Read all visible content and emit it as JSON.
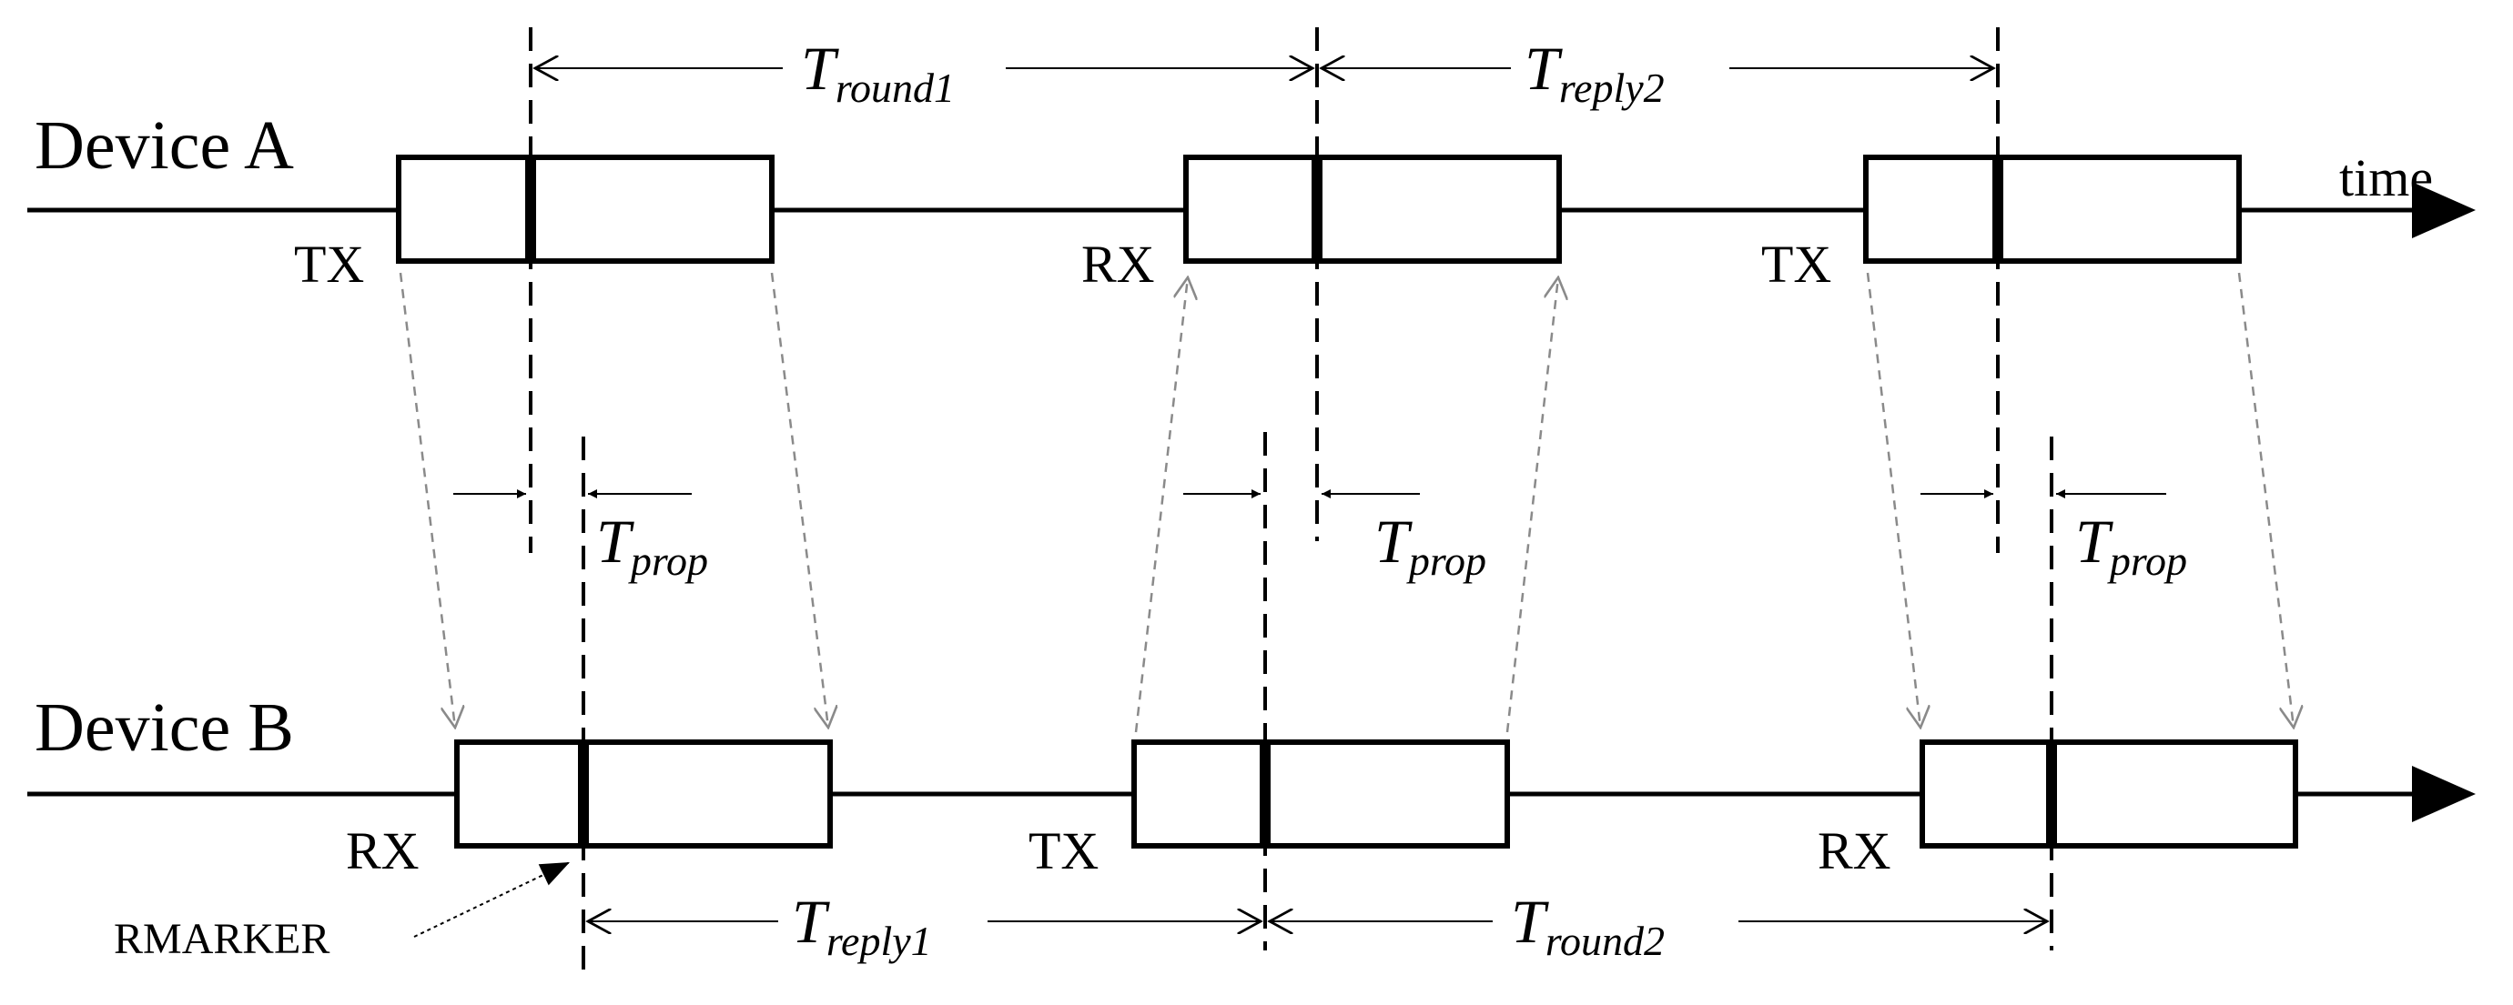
{
  "devices": {
    "a": {
      "name": "Device A",
      "time_label": "time"
    },
    "b": {
      "name": "Device B"
    }
  },
  "frame_labels": {
    "a": [
      "TX",
      "RX",
      "TX"
    ],
    "b": [
      "RX",
      "TX",
      "RX"
    ]
  },
  "intervals": {
    "round1": {
      "symbol": "T",
      "subscript": "round1"
    },
    "reply2": {
      "symbol": "T",
      "subscript": "reply2"
    },
    "reply1": {
      "symbol": "T",
      "subscript": "reply1"
    },
    "round2": {
      "symbol": "T",
      "subscript": "round2"
    },
    "prop": {
      "symbol": "T",
      "subscript": "prop"
    }
  },
  "marker_label": "RMARKER",
  "colors": {
    "line": "#000000",
    "signal_arrow": "#8a8a8a"
  }
}
